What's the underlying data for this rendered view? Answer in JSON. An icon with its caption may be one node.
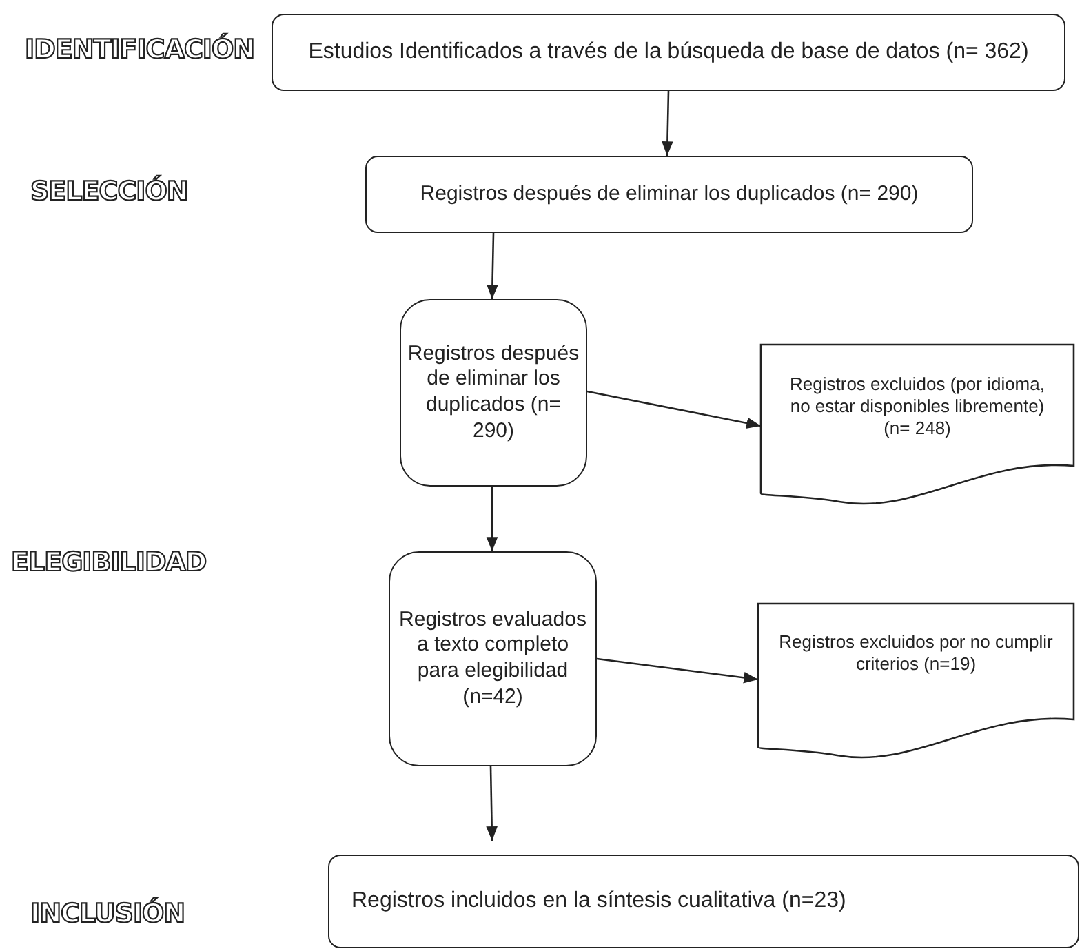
{
  "diagram": {
    "nodes": [
      {
        "text": [
          "Estudios Identificados a través de la búsqueda de base de datos (n= 362)"
        ]
      },
      {
        "text": [
          "Registros después de eliminar los duplicados (n= 290)"
        ]
      },
      {
        "text": [
          "Registros después de eliminar los duplicados (n= 290)"
        ]
      },
      {
        "text": [
          "Registros excluidos (por idioma, no estar disponibles libremente) (n= 248)"
        ]
      },
      {
        "text": [
          "Registros evaluados a texto completo para elegibilidad (n=42)"
        ]
      },
      {
        "text": [
          "Registros excluidos por no cumplir criterios (n=19)"
        ]
      },
      {
        "text": [
          "Registros incluidos en la síntesis cualitativa (n=23)"
        ]
      }
    ],
    "edges": [
      {
        "from": 0,
        "to": 1,
        "arrow": "to"
      },
      {
        "from": 1,
        "to": 2,
        "arrow": "to"
      },
      {
        "from": 2,
        "to": 3,
        "arrow": "to"
      },
      {
        "from": 2,
        "to": 4,
        "arrow": "to"
      },
      {
        "from": 4,
        "to": 5,
        "arrow": "to"
      },
      {
        "from": 4,
        "to": 6,
        "arrow": "to"
      }
    ],
    "labels": [
      "IDENTIFICACIÓN",
      "SELECCIÓN",
      "ELEGIBILIDAD",
      "INCLUSIÓN"
    ]
  }
}
